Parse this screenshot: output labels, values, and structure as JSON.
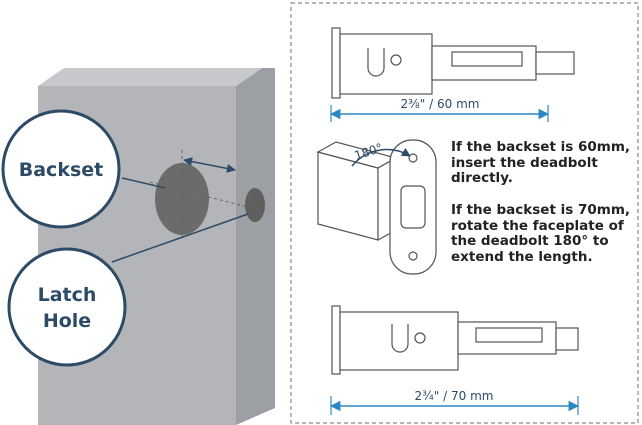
{
  "callouts": {
    "backset": "Backset",
    "latch_hole_line1": "Latch",
    "latch_hole_line2": "Hole"
  },
  "dimensions": {
    "top_width": "2⅜\" / 60 mm",
    "bottom_width": "2¾\" / 70 mm",
    "rotation": "180°"
  },
  "instructions": {
    "backset_60": "If the backset is 60mm, insert the deadbolt directly.",
    "backset_70": "If the backset is 70mm, rotate the faceplate of the deadbolt 180° to extend the length."
  },
  "colors": {
    "door_front": "#b3b5b8",
    "door_edge": "#9c9fa3",
    "callout_stroke": "#2d4b66",
    "dimension_line": "#2e86c1",
    "hole": "#6b6b6b",
    "panel_border": "#8a8a8a"
  }
}
